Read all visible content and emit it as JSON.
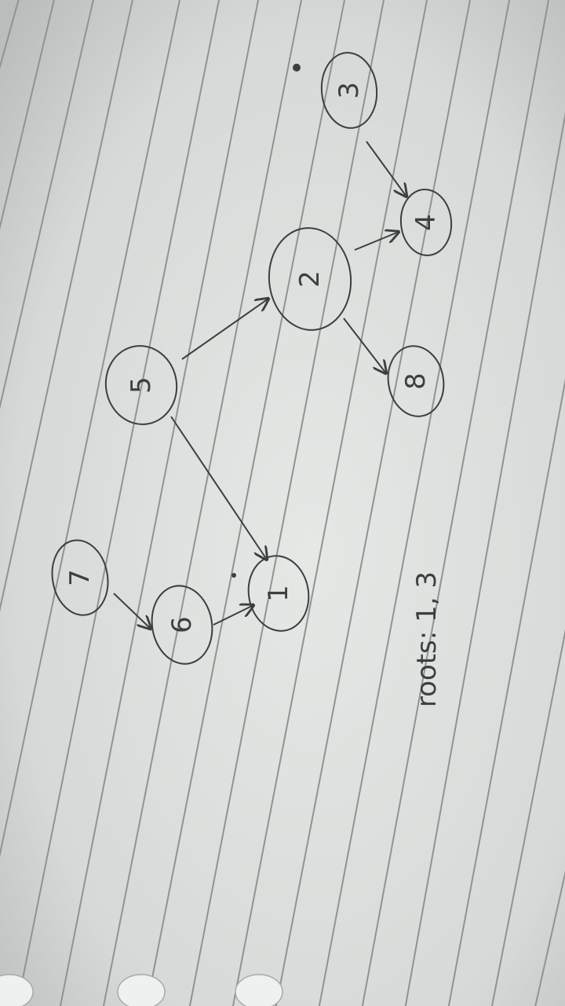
{
  "diagram": {
    "nodes": [
      {
        "id": "n1",
        "label": "1"
      },
      {
        "id": "n2",
        "label": "2"
      },
      {
        "id": "n3",
        "label": "3"
      },
      {
        "id": "n4",
        "label": "4"
      },
      {
        "id": "n5",
        "label": "5"
      },
      {
        "id": "n6",
        "label": "6"
      },
      {
        "id": "n7",
        "label": "7"
      },
      {
        "id": "n8",
        "label": "8"
      }
    ],
    "edges": [
      {
        "from": "7",
        "to": "6"
      },
      {
        "from": "6",
        "to": "1"
      },
      {
        "from": "5",
        "to": "1"
      },
      {
        "from": "5",
        "to": "2"
      },
      {
        "from": "2",
        "to": "4"
      },
      {
        "from": "2",
        "to": "8"
      },
      {
        "from": "3",
        "to": "4"
      }
    ],
    "note": "roots: 1, 3"
  },
  "colors": {
    "paper": "#dfe1df",
    "rule": "#8e9492",
    "ink": "#3b3f40"
  }
}
